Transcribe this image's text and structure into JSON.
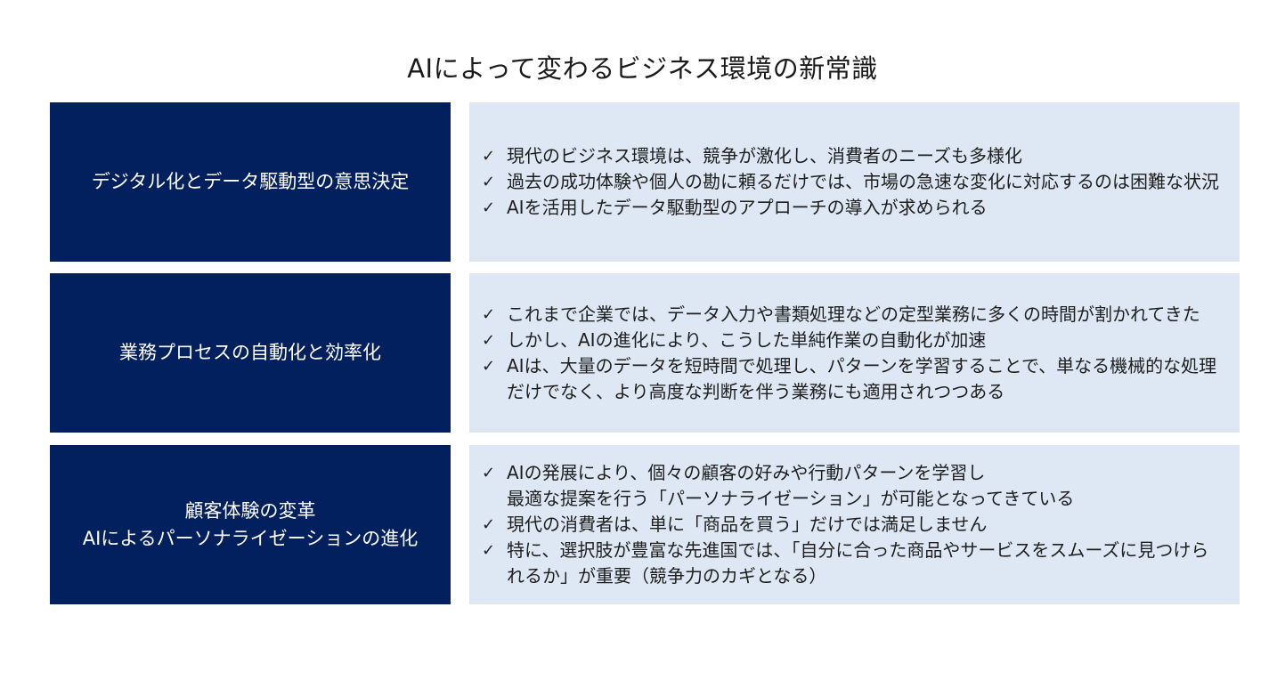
{
  "title": "AIによって変わるビジネス環境の新常識",
  "colors": {
    "label_bg": "#03205e",
    "content_bg": "#dde8f4",
    "label_text": "#ffffff"
  },
  "icons": {
    "bullet": "check-icon"
  },
  "check_glyph": "✓",
  "rows": [
    {
      "label_lines": [
        "デジタル化とデータ駆動型の意思決定"
      ],
      "bullets": [
        "現代のビジネス環境は、競争が激化し、消費者のニーズも多様化",
        "過去の成功体験や個人の勘に頼るだけでは、市場の急速な変化に対応するのは困難な状況",
        "AIを活用したデータ駆動型のアプローチの導入が求められる"
      ]
    },
    {
      "label_lines": [
        "業務プロセスの自動化と効率化"
      ],
      "bullets": [
        "これまで企業では、データ入力や書類処理などの定型業務に多くの時間が割かれてきた",
        "しかし、AIの進化により、こうした単純作業の自動化が加速",
        "AIは、大量のデータを短時間で処理し、パターンを学習することで、単なる機械的な処理だけでなく、より高度な判断を伴う業務にも適用されつつある"
      ]
    },
    {
      "label_lines": [
        "顧客体験の変革",
        "AIによるパーソナライゼーションの進化"
      ],
      "bullets": [
        "AIの発展により、個々の顧客の好みや行動パターンを学習し\n最適な提案を行う「パーソナライゼーション」が可能となってきている",
        "現代の消費者は、単に「商品を買う」だけでは満足しません",
        "特に、選択肢が豊富な先進国では、「自分に合った商品やサービスをスムーズに見つけられるか」が重要（競争力のカギとなる）"
      ]
    }
  ]
}
